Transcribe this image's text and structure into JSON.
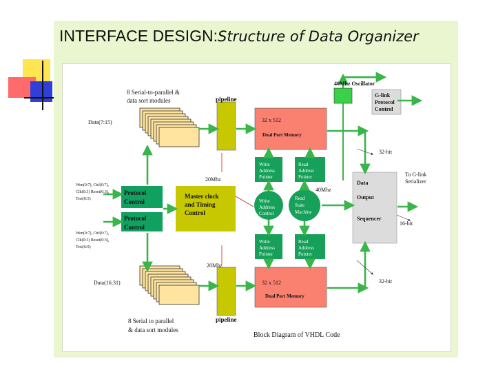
{
  "slide": {
    "title_main": "INTERFACE DESIGN:",
    "title_sub": "Structure of Data Organizer"
  },
  "diagram": {
    "oscillator": "40Mhz Oscillator",
    "glink": [
      "G-link",
      "Protocol",
      "Control"
    ],
    "label_sp_top": [
      "8 Serial-to-parallel &",
      "data sort modules"
    ],
    "label_sp_bottom": [
      "8  Serial to parallel",
      "& data sort modules"
    ],
    "pipeline_top": "pipeline",
    "pipeline_bottom": "pipeline",
    "data_top": "Data(7:15)",
    "data_bottom": "Data(16:31)",
    "mem_top_size": "32 x 512",
    "mem_top_name": "Dual Port Memory",
    "mem_bottom_size": "32 x 512",
    "mem_bottom_name": "Dual Port Memory",
    "wap_top": [
      "Write",
      "Address",
      "Pointer"
    ],
    "rap_top": [
      "Read",
      "Address",
      "Pointer"
    ],
    "wap_bottom": [
      "Write",
      "Address",
      "Pointer"
    ],
    "rap_bottom": [
      "Read",
      "Address",
      "Pointer"
    ],
    "wac": [
      "Write",
      "Address",
      "Control"
    ],
    "rsm": [
      "Read",
      "State",
      "Machine"
    ],
    "protocol1": [
      "Protocol",
      "Control"
    ],
    "protocol2": [
      "Protocol",
      "Control"
    ],
    "master": [
      "Master clock",
      "and Timing",
      "Control"
    ],
    "dos": [
      "Data",
      "Output",
      "Sequencer"
    ],
    "f20_top": "20Mhz",
    "f20_bottom": "20Mhz",
    "f40": "40Mhz",
    "bit32_top": "32-bit",
    "bit32_bottom": "32-bit",
    "bit16": "16-bit",
    "to_glink": [
      "To G-link",
      "Serializer"
    ],
    "sig_top": [
      "Wen(0:7), Ctrl(0:7),",
      "Clk(0:3) Reset(0:3),",
      "Test(0:5)"
    ],
    "sig_bottom": [
      "Wen(0:7), Ctrl(0:7),",
      "Clk(0:3) Reset(0:3),",
      "Test(6:9)"
    ],
    "caption": "Block Diagram of VHDL Code"
  },
  "colors": {
    "frame": "#e9f6cf",
    "memory": "#fa8070",
    "pointer": "#16a05a",
    "control": "#10a060",
    "master": "#c8c800",
    "module": "#ffe4a0",
    "oscillator": "#3ad04a",
    "gray_block": "#dcdcdc",
    "arrow": "#39b54a"
  }
}
